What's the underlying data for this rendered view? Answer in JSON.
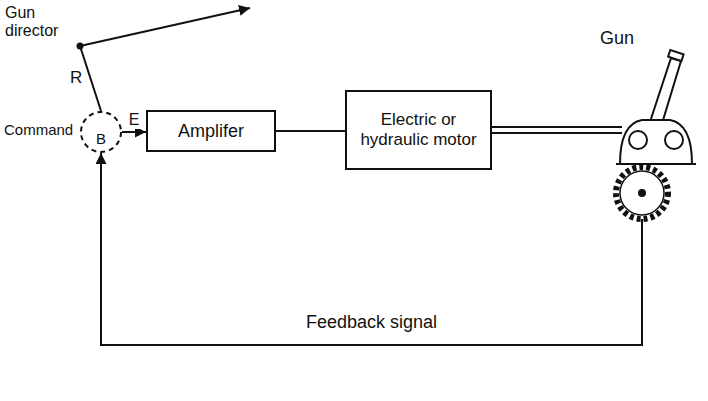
{
  "diagram": {
    "nodes": [
      {
        "text": [
          "B"
        ]
      },
      {
        "text": [
          "Amplifer"
        ]
      },
      {
        "text": [
          "Electric or hydraulic motor"
        ]
      },
      {
        "text": [
          "Gun"
        ]
      }
    ],
    "edges": [
      {
        "from": 0,
        "to": 1,
        "label": "E",
        "arrow": "to"
      },
      {
        "from": 1,
        "to": 2,
        "arrow": "none"
      },
      {
        "from": 2,
        "to": 3,
        "arrow": "none"
      },
      {
        "from": 3,
        "to": 0,
        "label": "Feedback signal",
        "arrow": "to"
      }
    ],
    "labels": [
      "Gun director",
      "R",
      "Command"
    ]
  }
}
